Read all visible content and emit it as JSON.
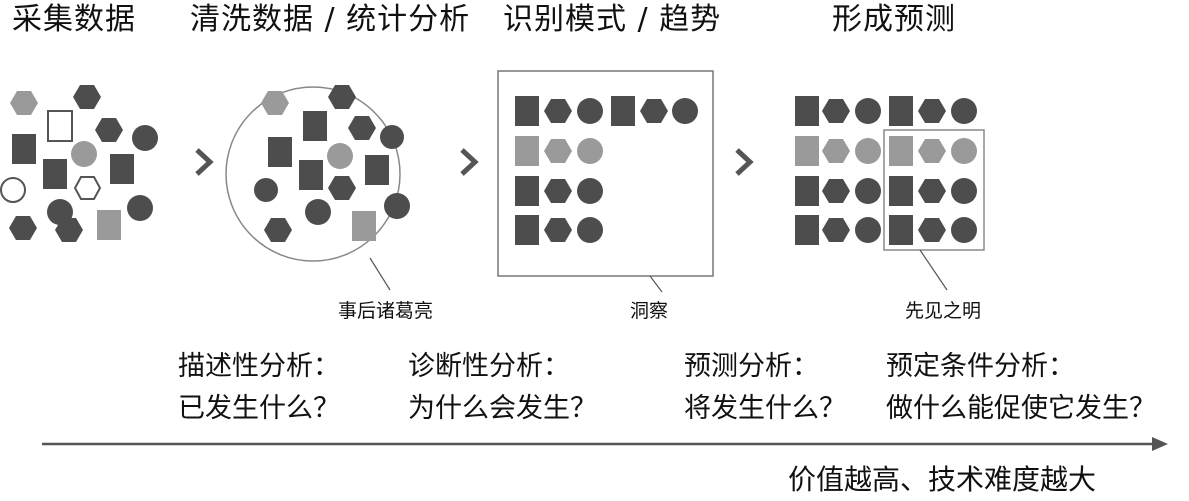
{
  "stages": [
    {
      "title": "采集数据"
    },
    {
      "title": "清洗数据 / 统计分析"
    },
    {
      "title": "识别模式 / 趋势"
    },
    {
      "title": "形成预测"
    }
  ],
  "callouts": {
    "hindsight": "事后诸葛亮",
    "insight": "洞察",
    "foresight": "先见之明"
  },
  "analyses": [
    {
      "name": "描述性分析：",
      "question": "已发生什么？"
    },
    {
      "name": "诊断性分析：",
      "question": "为什么会发生？"
    },
    {
      "name": "预测分析：",
      "question": "将发生什么？"
    },
    {
      "name": "预定条件分析：",
      "question": "做什么能促使它发生？"
    }
  ],
  "axis": {
    "label": "价值越高、技术难度越大"
  },
  "colors": {
    "dark": "#4d4d4d",
    "light": "#9a9a9a",
    "outline": "#8a8a8a",
    "arrow": "#555555"
  }
}
